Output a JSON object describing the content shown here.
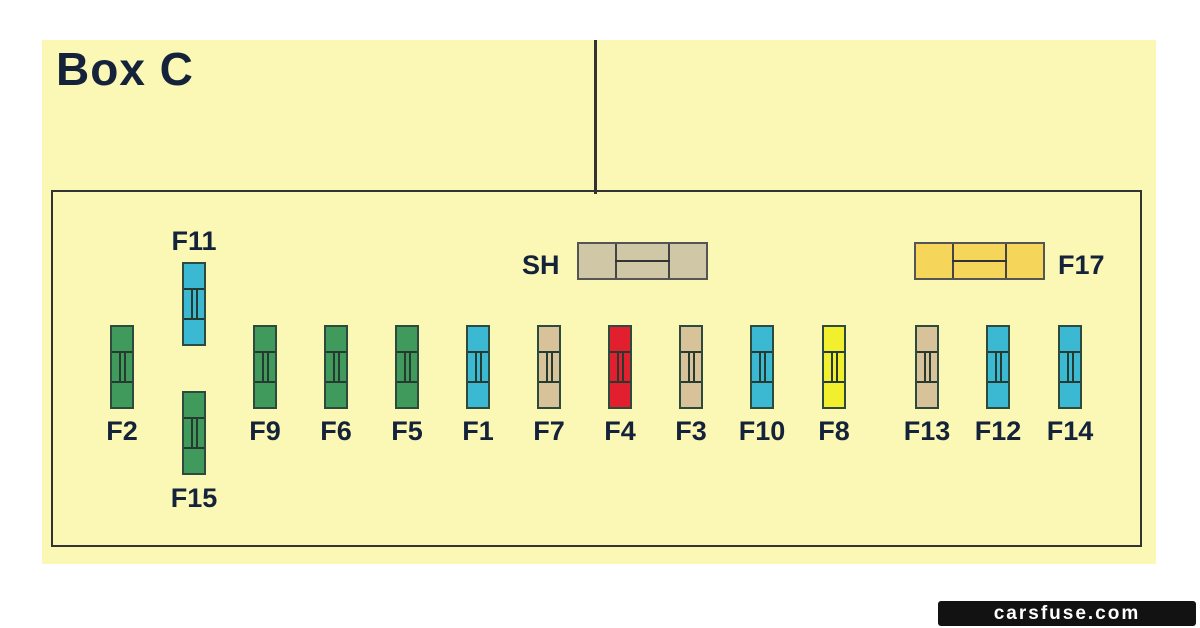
{
  "title": "Box C",
  "colors": {
    "green": "#3f9a5b",
    "blue": "#3cb9d2",
    "tan": "#d8c29a",
    "red": "#e21f2f",
    "yellow": "#f1ef2e",
    "gray_tan": "#cfc7a6",
    "amber": "#f6d65a",
    "background": "#fbf7b4",
    "outline": "#333333"
  },
  "fuses": [
    {
      "id": "F2",
      "label": "F2",
      "color": "green"
    },
    {
      "id": "F11",
      "label": "F11",
      "color": "blue"
    },
    {
      "id": "F15",
      "label": "F15",
      "color": "green"
    },
    {
      "id": "F9",
      "label": "F9",
      "color": "green"
    },
    {
      "id": "F6",
      "label": "F6",
      "color": "green"
    },
    {
      "id": "F5",
      "label": "F5",
      "color": "green"
    },
    {
      "id": "F1",
      "label": "F1",
      "color": "blue"
    },
    {
      "id": "F7",
      "label": "F7",
      "color": "tan"
    },
    {
      "id": "F4",
      "label": "F4",
      "color": "red"
    },
    {
      "id": "F3",
      "label": "F3",
      "color": "tan"
    },
    {
      "id": "F10",
      "label": "F10",
      "color": "blue"
    },
    {
      "id": "F8",
      "label": "F8",
      "color": "yellow"
    },
    {
      "id": "F13",
      "label": "F13",
      "color": "tan"
    },
    {
      "id": "F12",
      "label": "F12",
      "color": "blue"
    },
    {
      "id": "F14",
      "label": "F14",
      "color": "blue"
    }
  ],
  "shunt": {
    "label": "SH",
    "color": "gray_tan"
  },
  "maxi_fuse": {
    "label": "F17",
    "color": "amber"
  },
  "watermark": "carsfuse.com"
}
